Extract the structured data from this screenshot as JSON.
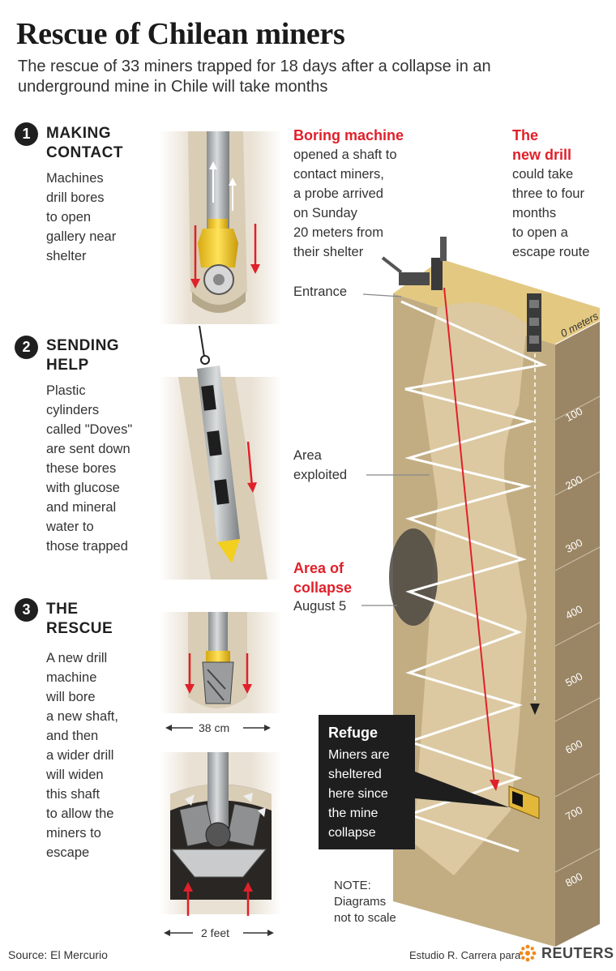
{
  "title": "Rescue of Chilean miners",
  "subtitle": "The rescue of 33 miners trapped for 18 days after a collapse in an underground mine in Chile will take months",
  "steps": [
    {
      "number": "1",
      "title_lines": [
        "MAKING",
        "CONTACT"
      ],
      "desc_lines": [
        "Machines",
        "drill bores",
        "to open",
        "gallery near",
        "shelter"
      ]
    },
    {
      "number": "2",
      "title_lines": [
        "SENDING",
        "HELP"
      ],
      "desc_lines": [
        "Plastic",
        "cylinders",
        "called \"Doves\"",
        "are sent down",
        "these bores",
        "with glucose",
        "and mineral",
        "water to",
        "those trapped"
      ]
    },
    {
      "number": "3",
      "title_lines": [
        "THE",
        "RESCUE"
      ],
      "desc_lines": [
        "A new drill",
        "machine",
        "will bore",
        "a new shaft,",
        "and then",
        "a wider drill",
        "will widen",
        "this shaft",
        "to allow the",
        "miners to",
        "escape"
      ]
    }
  ],
  "labels": {
    "boring_title": "Boring machine",
    "boring_lines": [
      "opened a shaft to",
      "contact miners,",
      "a probe arrived",
      "on Sunday",
      "20 meters from",
      "their shelter"
    ],
    "newdrill_title_lines": [
      "The",
      "new drill"
    ],
    "newdrill_lines": [
      "could take",
      "three to four",
      "months",
      "to open a",
      "escape route"
    ],
    "entrance": "Entrance",
    "area_exploited_lines": [
      "Area",
      "exploited"
    ],
    "collapse_title_lines": [
      "Area of",
      "collapse"
    ],
    "collapse_date": "August 5",
    "refuge_title": "Refuge",
    "refuge_lines": [
      "Miners are",
      "sheltered",
      "here since",
      "the mine",
      "collapse"
    ],
    "note_lines": [
      "NOTE:",
      "Diagrams",
      "not to scale"
    ],
    "dim_38": "38 cm",
    "dim_2ft": "2 feet"
  },
  "depth_scale": {
    "unit": "meters",
    "ticks": [
      "0 meters",
      "100",
      "200",
      "300",
      "400",
      "500",
      "600",
      "700",
      "800"
    ]
  },
  "footer": {
    "source": "Source: El Mercurio",
    "credit": "Estudio R. Carrera para",
    "brand": "REUTERS"
  },
  "colors": {
    "accent_red": "#e0202a",
    "soil": "#c2ad83",
    "surface": "#e3c882",
    "drill_yellow": "#f3cf1f",
    "dark": "#1e1e1e"
  }
}
